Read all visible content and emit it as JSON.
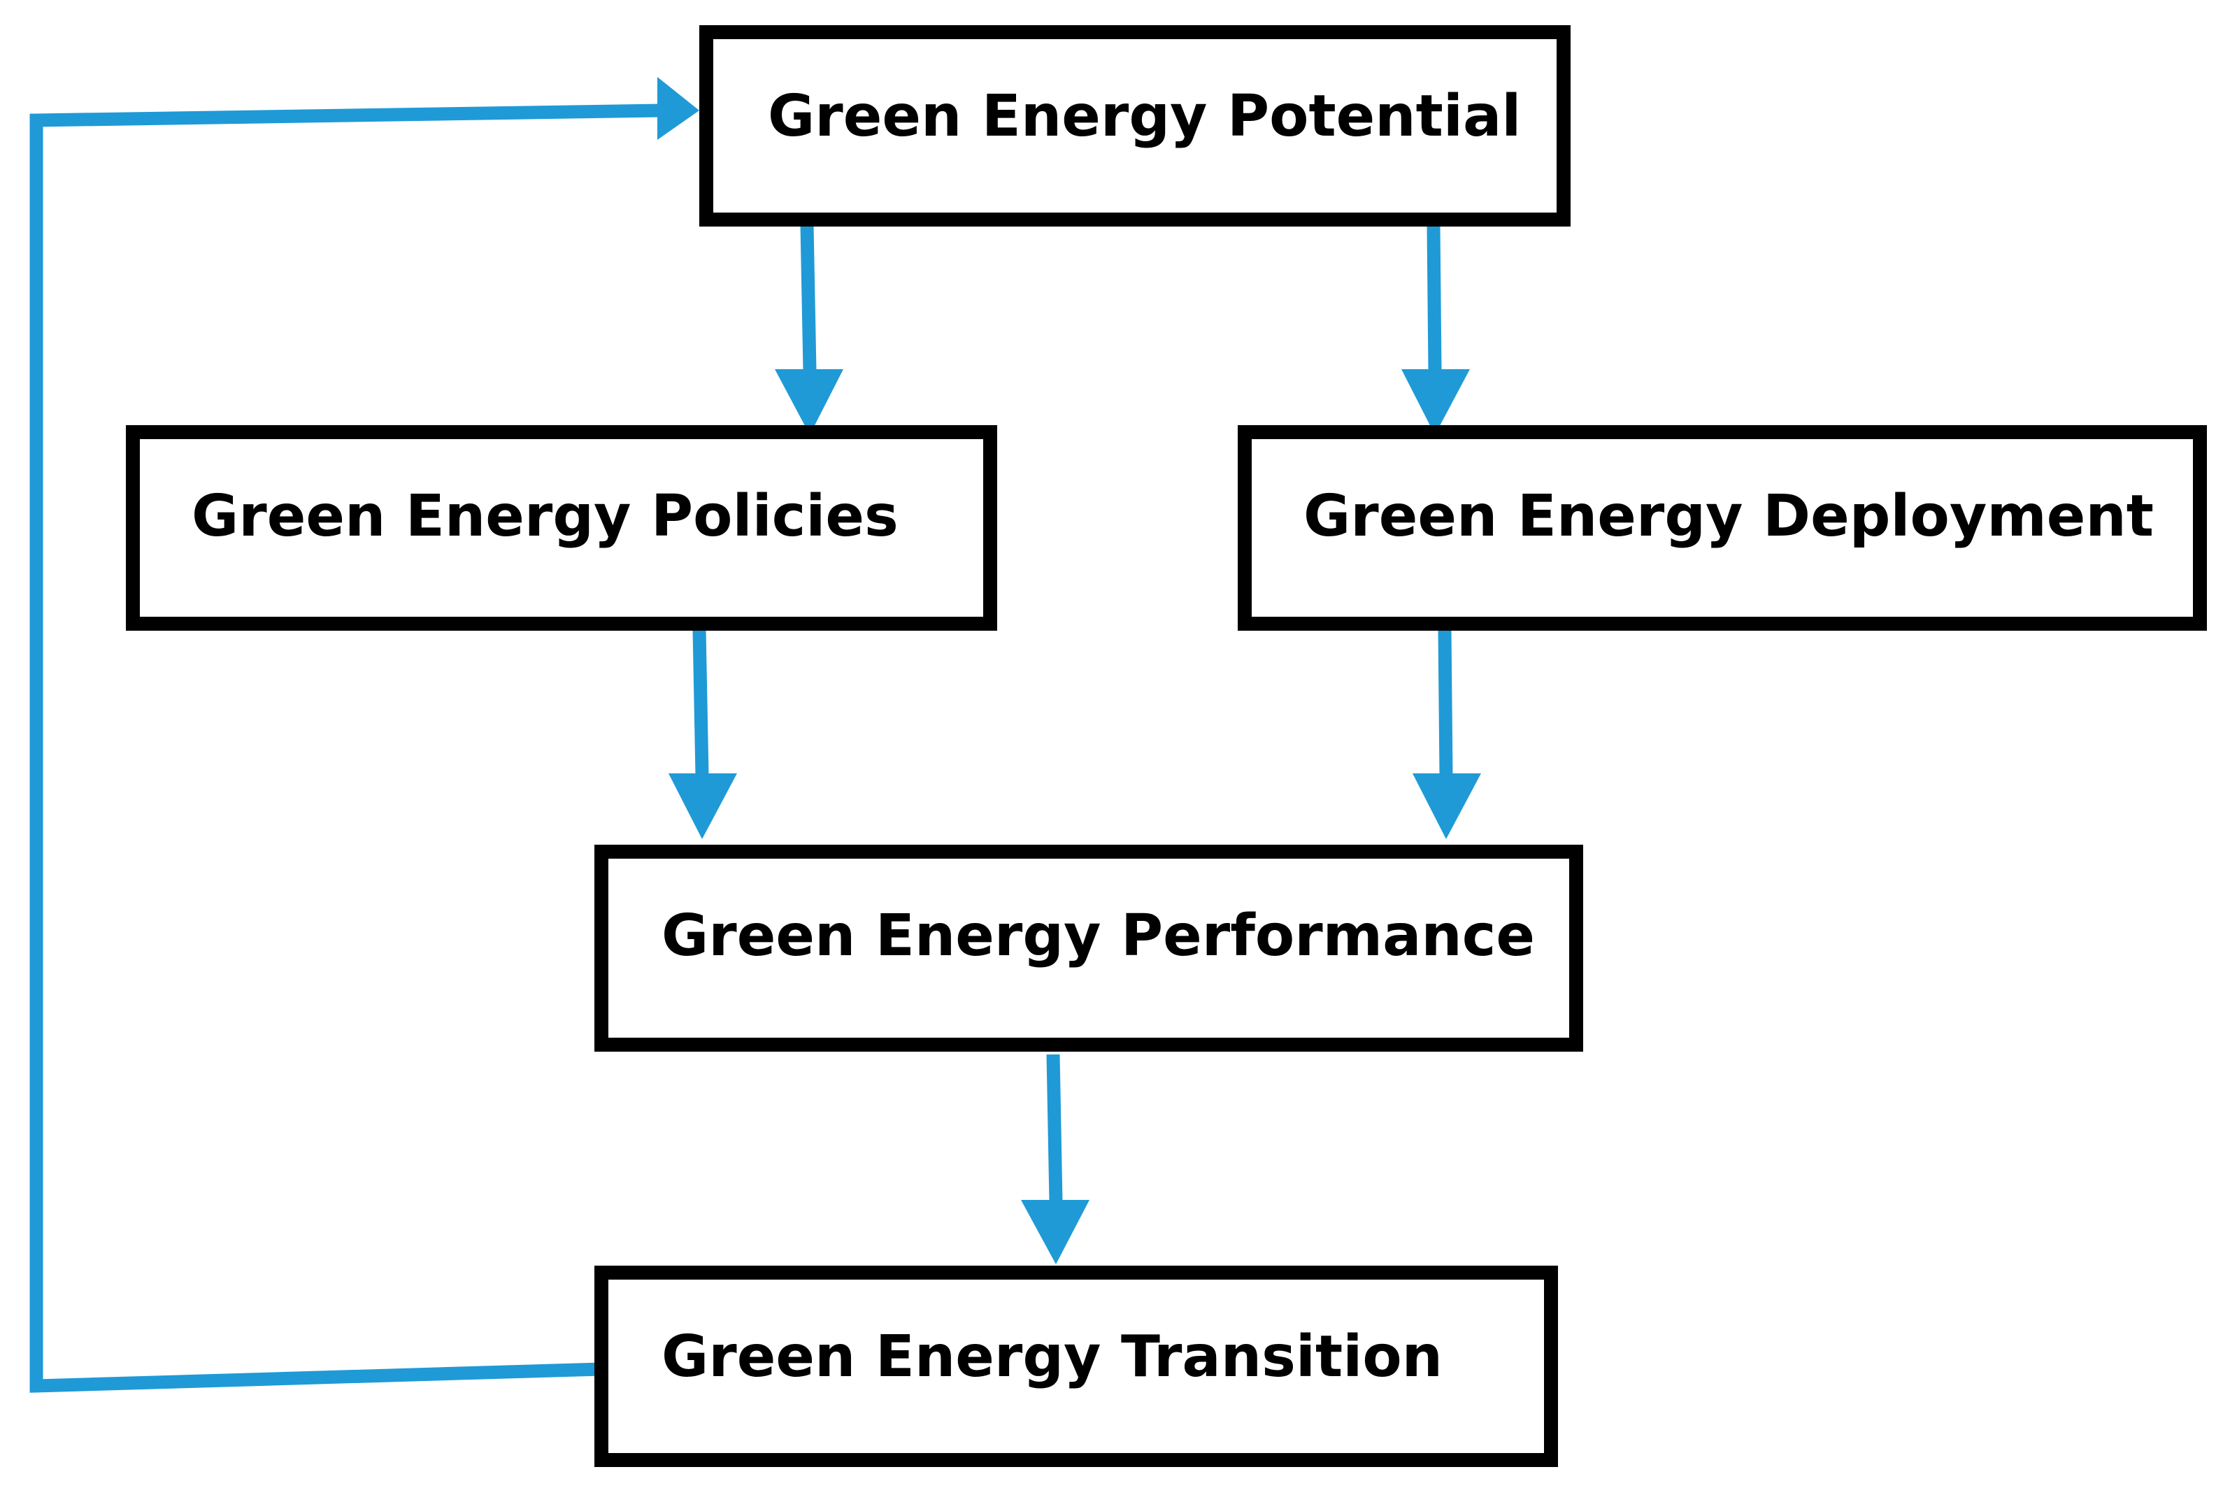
{
  "colors": {
    "edge": "#1f9ad6",
    "box_border": "#000000",
    "text": "#000000",
    "background": "#ffffff"
  },
  "nodes": {
    "potential": "Green Energy Potential",
    "policies": "Green Energy Policies",
    "deployment": "Green Energy Deployment",
    "performance": "Green Energy Performance",
    "transition": "Green Energy Transition"
  },
  "edges": [
    {
      "from": "potential",
      "to": "policies"
    },
    {
      "from": "potential",
      "to": "deployment"
    },
    {
      "from": "policies",
      "to": "performance"
    },
    {
      "from": "deployment",
      "to": "performance"
    },
    {
      "from": "performance",
      "to": "transition"
    },
    {
      "from": "transition",
      "to": "potential"
    }
  ]
}
